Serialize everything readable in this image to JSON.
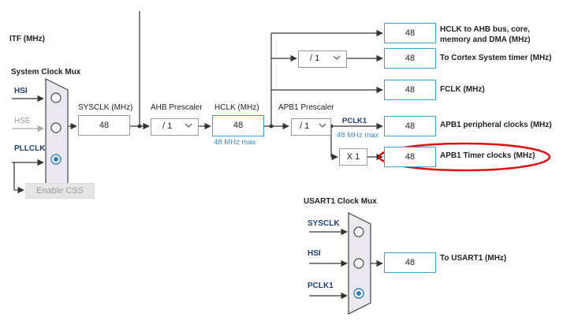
{
  "labels": {
    "itf": "ITF (MHz)",
    "sysclk_mux": "System Clock Mux",
    "hsi": "HSI",
    "hse": "HSE",
    "pllclk": "PLLCLK",
    "enable_css": "Enable CSS",
    "sysclk_mhz": "SYSCLK (MHz)",
    "ahb_prescaler": "AHB Prescaler",
    "hclk_mhz": "HCLK (MHz)",
    "hclk_max": "48 MHz max",
    "apb1_prescaler": "APB1 Prescaler",
    "pclk1": "PCLK1",
    "pclk1_max": "48 MHz max",
    "usart1_mux": "USART1 Clock Mux",
    "usart_sysclk": "SYSCLK",
    "usart_hsi": "HSI",
    "usart_pclk1": "PCLK1"
  },
  "values": {
    "sysclk": "48",
    "ahb_div": "/ 1",
    "hclk": "48",
    "apb1_div": "/ 1",
    "cortex_div": "/ 1",
    "timer_mult": "X 1",
    "out_hclk_ahb": "48",
    "out_cortex": "48",
    "out_fclk": "48",
    "out_apb1_periph": "48",
    "out_apb1_timer": "48",
    "out_usart1": "48"
  },
  "outputs": {
    "hclk_ahb": "HCLK to AHB bus, core,",
    "hclk_ahb2": "memory and DMA (MHz)",
    "cortex": "To Cortex System timer (MHz)",
    "fclk": "FCLK (MHz)",
    "apb1_periph": "APB1 peripheral clocks (MHz)",
    "apb1_timer": "APB1 Timer clocks (MHz)",
    "usart1": "To USART1 (MHz)"
  },
  "mux": {
    "system_selected": "PLLCLK",
    "usart1_selected": "PCLK1"
  },
  "colors": {
    "wire": "#333333",
    "box_border": "#3b9bd9",
    "highlight": "#dd1111",
    "label_blue": "#1f3f7a",
    "max_blue": "#3a8fc8"
  }
}
